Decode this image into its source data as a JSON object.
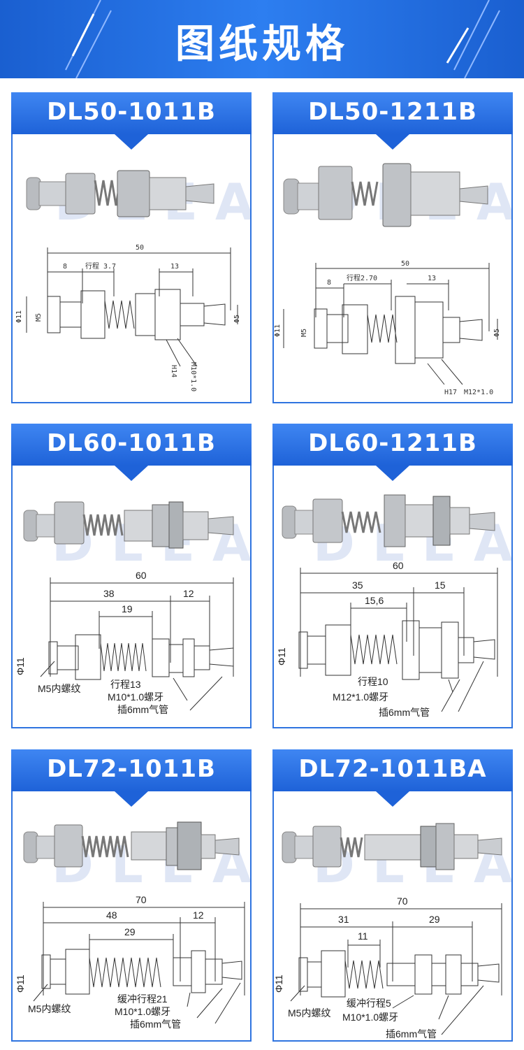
{
  "banner": {
    "title": "图纸规格",
    "accent": "#2d7ef0"
  },
  "cards": [
    {
      "model": "DL50-1011B",
      "dims": {
        "total": "50",
        "a": "8",
        "stroke": "行程 3.7",
        "b": "13",
        "dia_left": "Φ11",
        "thread_in": "M5",
        "dia_right": "Φ5",
        "hex": "H14",
        "thread": "M10*1.0"
      }
    },
    {
      "model": "DL50-1211B",
      "dims": {
        "total": "50",
        "a": "8",
        "stroke": "行程2.70",
        "b": "13",
        "dia_left": "Φ11",
        "thread_in": "M5",
        "dia_right": "Φ5",
        "hex": "H17",
        "thread": "M12*1.0"
      }
    },
    {
      "model": "DL60-1011B",
      "dims": {
        "total": "60",
        "a": "38",
        "mid": "19",
        "b": "12",
        "dia_left": "Φ11",
        "stroke": "行程13",
        "thread": "M10*1.0螺牙",
        "pipe": "插6mm气管",
        "thread_in": "M5内螺纹"
      }
    },
    {
      "model": "DL60-1211B",
      "dims": {
        "total": "60",
        "a": "35",
        "mid": "15,6",
        "b": "15",
        "dia_left": "Φ11",
        "stroke": "行程10",
        "thread": "M12*1.0螺牙",
        "pipe": "插6mm气管"
      }
    },
    {
      "model": "DL72-1011B",
      "dims": {
        "total": "70",
        "a": "48",
        "mid": "29",
        "b": "12",
        "dia_left": "Φ11",
        "stroke": "缓冲行程21",
        "thread": "M10*1.0螺牙",
        "pipe": "插6mm气管",
        "thread_in": "M5内螺纹"
      }
    },
    {
      "model": "DL72-1011BA",
      "dims": {
        "total": "70",
        "a": "31",
        "mid": "11",
        "b": "29",
        "dia_left": "Φ11",
        "stroke": "缓冲行程5",
        "thread": "M10*1.0螺牙",
        "pipe": "插6mm气管",
        "thread_in": "M5内螺纹"
      }
    }
  ],
  "watermark": "DLEA"
}
